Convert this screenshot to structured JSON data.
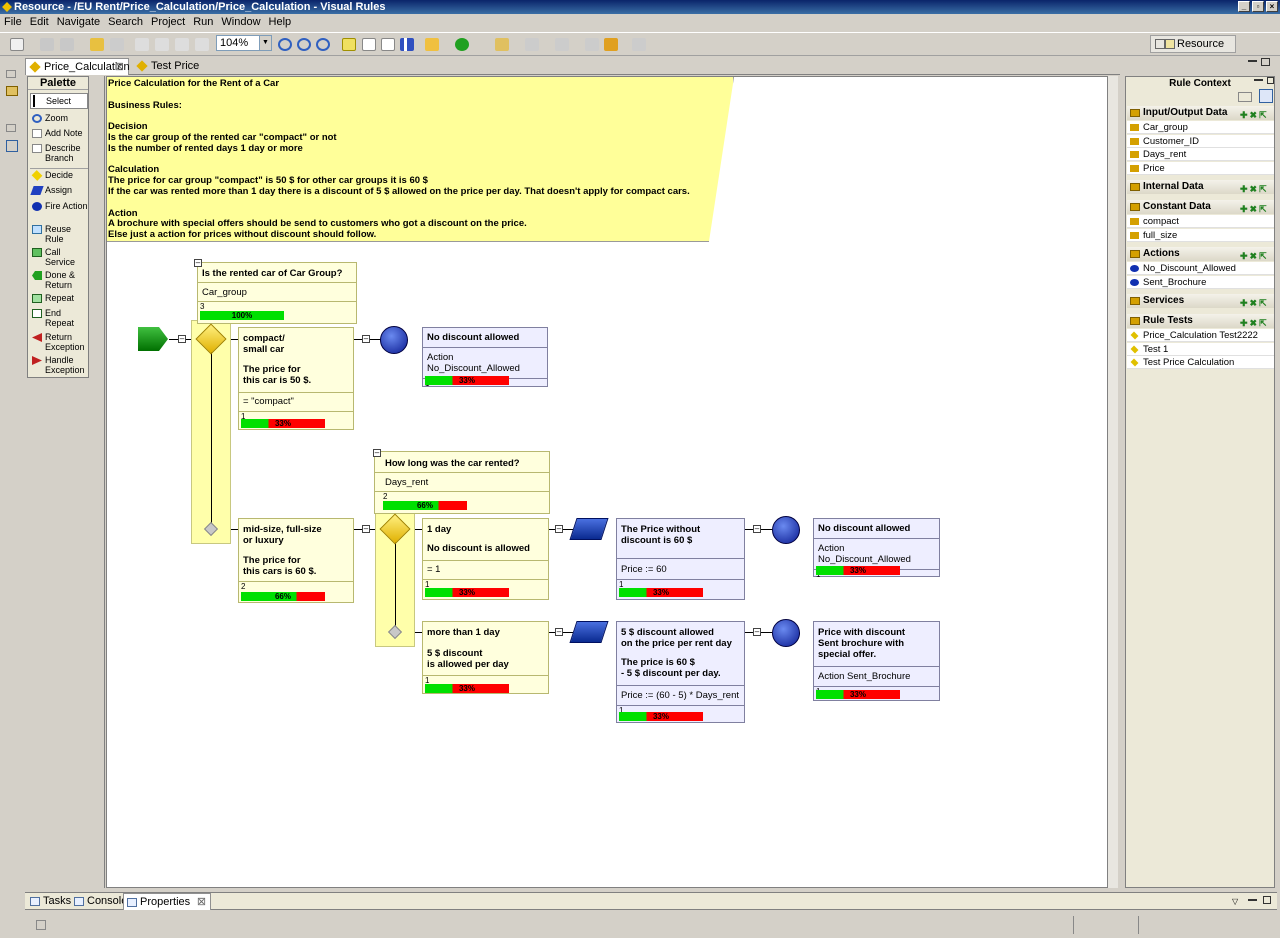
{
  "window": {
    "title": "Resource - /EU Rent/Price_Calculation/Price_Calculation - Visual Rules"
  },
  "menu": [
    "File",
    "Edit",
    "Navigate",
    "Search",
    "Project",
    "Run",
    "Window",
    "Help"
  ],
  "toolbar": {
    "zoom": "104%",
    "perspective": "Resource"
  },
  "editor_tabs": [
    {
      "label": "Price_Calculation"
    },
    {
      "label": "Test Price Calculation"
    }
  ],
  "palette": {
    "title": "Palette",
    "items": [
      {
        "label": "Select",
        "icon": "arrow-cursor-icon"
      },
      {
        "label": "Zoom",
        "icon": "magnifier-icon"
      },
      {
        "label": "Add Note",
        "icon": "note-icon"
      },
      {
        "label": "Describe Branch",
        "icon": "branch-icon"
      },
      {
        "label": "Decide",
        "icon": "diamond-icon"
      },
      {
        "label": "Assign",
        "icon": "parallelogram-icon"
      },
      {
        "label": "Fire Action",
        "icon": "circle-icon"
      },
      {
        "label": "Reuse Rule",
        "icon": "reuse-icon"
      },
      {
        "label": "Call Service",
        "icon": "service-icon"
      },
      {
        "label": "Done & Return",
        "icon": "return-icon"
      },
      {
        "label": "Repeat",
        "icon": "repeat-icon"
      },
      {
        "label": "End Repeat",
        "icon": "end-repeat-icon"
      },
      {
        "label": "Return Exception",
        "icon": "exception-icon"
      },
      {
        "label": "Handle Exception",
        "icon": "handle-exception-icon"
      }
    ]
  },
  "note": {
    "lines": [
      "Price Calculation for the Rent of a Car",
      "",
      "Business Rules:",
      "",
      "Decision",
      "Is the car group of the rented car \"compact\" or not",
      "Is the number of rented days 1 day or more",
      "",
      "Calculation",
      "The price for car group \"compact\" is 50 $ for other car groups it is 60 $",
      "If the car was rented more than 1 day there is a discount of 5 $ allowed on the price per day. That doesn't apply for compact cars.",
      "",
      "Action",
      "A brochure with special offers should be send to customers who got a discount on the price.",
      "Else just a action for prices without discount should follow."
    ]
  },
  "flow": {
    "q1": {
      "title": "Is the rented car of Car Group?",
      "var": "Car_group",
      "count": "3",
      "pct": "100%",
      "green": 1.0
    },
    "b1": {
      "title": "compact/\nsmall car",
      "desc": "The price for\nthis car is 50 $.",
      "cond": "= \"compact\"",
      "count": "1",
      "pct": "33%",
      "green": 0.33
    },
    "a1": {
      "title": "No discount allowed",
      "action": "Action No_Discount_Allowed",
      "count": "1",
      "pct": "33%",
      "green": 0.33
    },
    "b2": {
      "title": "mid-size, full-size\nor luxury",
      "desc": "The price for\nthis cars is 60 $.",
      "count": "2",
      "pct": "66%",
      "green": 0.66
    },
    "q2": {
      "title": "How long was the car rented?",
      "var": "Days_rent",
      "count": "2",
      "pct": "66%",
      "green": 0.66
    },
    "b3": {
      "title": "1 day",
      "desc": "No discount is allowed",
      "cond": "= 1",
      "count": "1",
      "pct": "33%",
      "green": 0.33
    },
    "s1": {
      "title": "The Price without\ndiscount is 60 $",
      "assign": "Price := 60",
      "count": "1",
      "pct": "33%",
      "green": 0.33
    },
    "a2": {
      "title": "No discount allowed",
      "action": "Action No_Discount_Allowed",
      "count": "1",
      "pct": "33%",
      "green": 0.33
    },
    "b4": {
      "title": "more than 1 day",
      "desc": "5 $ discount\nis allowed per day",
      "count": "1",
      "pct": "33%",
      "green": 0.33
    },
    "s2": {
      "title": "5 $ discount allowed\non the price per rent day",
      "desc": "The price is 60 $\n- 5 $ discount per day.",
      "assign": "Price := (60 - 5) * Days_rent",
      "count": "1",
      "pct": "33%",
      "green": 0.33
    },
    "a3": {
      "title": "Price with discount\nSent brochure with\nspecial offer.",
      "action": "Action Sent_Brochure",
      "count": "1",
      "pct": "33%",
      "green": 0.33
    }
  },
  "rule_context": {
    "title": "Rule Context",
    "sections": [
      {
        "name": "Input/Output Data",
        "items": [
          "Car_group",
          "Customer_ID",
          "Days_rent",
          "Price"
        ]
      },
      {
        "name": "Internal Data",
        "items": []
      },
      {
        "name": "Constant Data",
        "items": [
          "compact",
          "full_size"
        ]
      },
      {
        "name": "Actions",
        "items": [
          "No_Discount_Allowed",
          "Sent_Brochure"
        ]
      },
      {
        "name": "Services",
        "items": []
      },
      {
        "name": "Rule Tests",
        "items": [
          "Price_Calculation Test2222",
          "Test 1",
          "Test Price Calculation"
        ]
      }
    ]
  },
  "bottom_tabs": [
    "Tasks",
    "Console",
    "Properties"
  ],
  "colors": {
    "pass": "#00e000",
    "fail": "#ff0000",
    "note": "#ffff99",
    "node": "#ffffdd",
    "action": "#eeeeff"
  }
}
